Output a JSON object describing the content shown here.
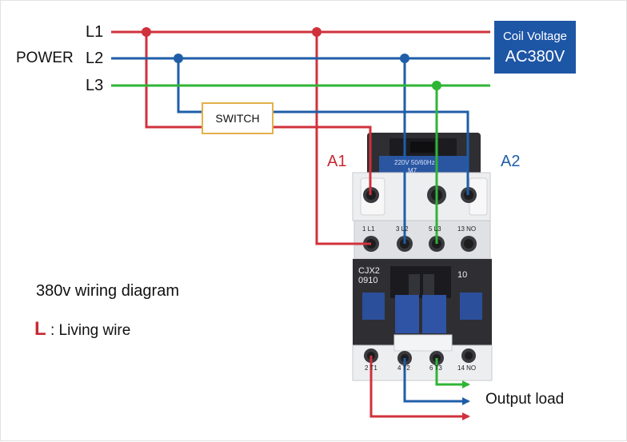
{
  "labels": {
    "power": "POWER",
    "l1": "L1",
    "l2": "L2",
    "l3": "L3",
    "switch": "SWITCH",
    "a1": "A1",
    "a2": "A2",
    "diagram_title": "380v wiring diagram",
    "legend_letter": "L",
    "legend_text": ": Living wire",
    "output": "Output load"
  },
  "coil": {
    "line1": "Coil Voltage",
    "line2": "AC380V"
  },
  "contactor": {
    "model_line1": "CJX2",
    "model_line2": "0910",
    "aux_number": "10",
    "coil_plate": "220V 50/60Hz",
    "coil_code": "M7",
    "top_terminals": [
      "1 L1",
      "3 L2",
      "5 L3",
      "13 NO"
    ],
    "bottom_terminals": [
      "2 T1",
      "4 T2",
      "6 T3",
      "14 NO"
    ]
  },
  "colors": {
    "l1_red": "#d0323c",
    "l2_blue": "#1f5ea8",
    "l3_green": "#2fb536",
    "switch_border": "#e3b04b",
    "coil_box": "#1e56a6",
    "contactor_dark": "#2e2e33",
    "contactor_light": "#e9eaec"
  }
}
